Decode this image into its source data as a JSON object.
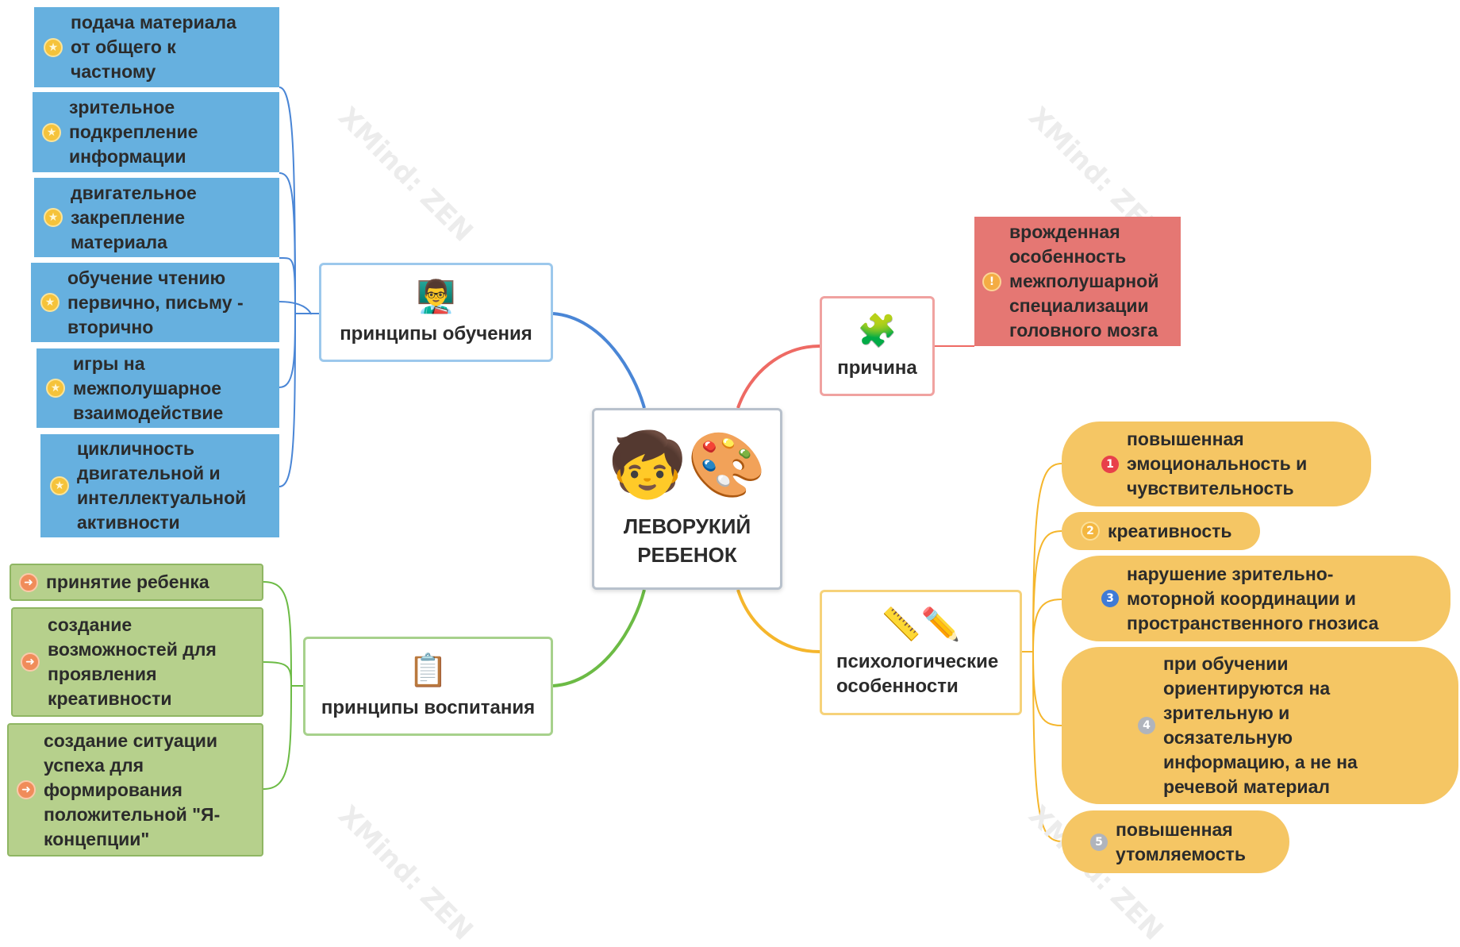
{
  "central": {
    "label": "ЛЕВОРУКИЙ\nРЕБЕНОК",
    "icon": "left-handed-child-drawing-icon"
  },
  "topics": {
    "learning": {
      "label": "принципы обучения",
      "icon": "teacher-icon"
    },
    "upbringing": {
      "label": "принципы воспитания",
      "icon": "checklist-icon"
    },
    "cause": {
      "label": "причина",
      "icon": "puzzle-icon"
    },
    "psych": {
      "label": "психологические\nособенности",
      "icon": "ruler-pencil-icon"
    }
  },
  "learning_items": [
    {
      "label": "подача материала\nот общего к\nчастному",
      "marker": "star"
    },
    {
      "label": "зрительное\nподкрепление\nинформации",
      "marker": "star"
    },
    {
      "label": "двигательное\nзакрепление\nматериала",
      "marker": "star"
    },
    {
      "label": "обучение чтению\nпервично, письму -\nвторично",
      "marker": "star"
    },
    {
      "label": "игры на\nмежполушарное\nвзаимодействие",
      "marker": "star"
    },
    {
      "label": "цикличность\nдвигательной и\nинтеллектуальной\nактивности",
      "marker": "star"
    }
  ],
  "upbringing_items": [
    {
      "label": "принятие ребенка",
      "marker": "arrow"
    },
    {
      "label": "создание\nвозможностей для\nпроявления\nкреативности",
      "marker": "arrow"
    },
    {
      "label": "создание ситуации\nуспеха для\nформирования\nположительной \"Я-\nконцепции\"",
      "marker": "arrow"
    }
  ],
  "cause_items": [
    {
      "label": "врожденная\nособенность\nмежполушарной\nспециализации\nголовного мозга",
      "marker": "!"
    }
  ],
  "psych_items": [
    {
      "label": "повышенная\nэмоциональность и\nчувствительность",
      "marker": "1"
    },
    {
      "label": "креативность",
      "marker": "2"
    },
    {
      "label": "нарушение зрительно-\nмоторной координации и\nпространственного гнозиса",
      "marker": "3"
    },
    {
      "label": "при обучении\nориентируются на\nзрительную и\nосязательную\nинформацию, а не на\nречевой материал",
      "marker": "4"
    },
    {
      "label": "повышенная\nутомляемость",
      "marker": "5"
    }
  ],
  "watermark": "XMind: ZEN",
  "colors": {
    "learning": "#66b0df",
    "upbringing": "#b6d08c",
    "cause": "#e57773",
    "psych": "#f5c664",
    "branch_blue": "#4a86d6",
    "branch_green": "#6cbb45",
    "branch_red": "#ee6a64",
    "branch_orange": "#f5b62c",
    "badge_psych": [
      "#e8404a",
      "#f4b740",
      "#3f7bd6",
      "#b0b4bc",
      "#b0b4bc"
    ]
  }
}
